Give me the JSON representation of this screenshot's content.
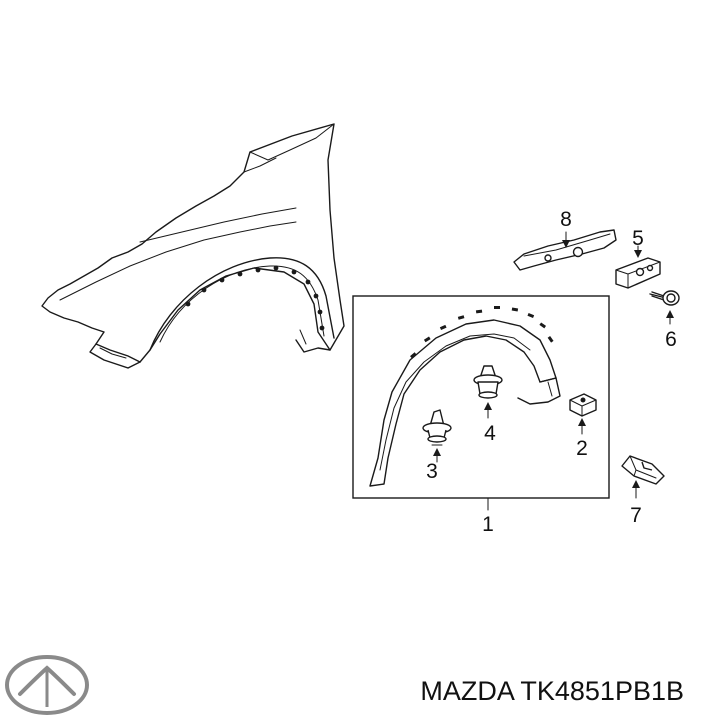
{
  "diagram": {
    "callouts": [
      {
        "id": "c1",
        "label": "1"
      },
      {
        "id": "c2",
        "label": "2"
      },
      {
        "id": "c3",
        "label": "3"
      },
      {
        "id": "c4",
        "label": "4"
      },
      {
        "id": "c5",
        "label": "5"
      },
      {
        "id": "c6",
        "label": "6"
      },
      {
        "id": "c7",
        "label": "7"
      },
      {
        "id": "c8",
        "label": "8"
      }
    ]
  },
  "footer": {
    "brand_logo": "mazda-logo-icon",
    "part_number": "MAZDA TK4851PB1B"
  },
  "colors": {
    "line": "#1a1a1a",
    "background": "#ffffff"
  }
}
